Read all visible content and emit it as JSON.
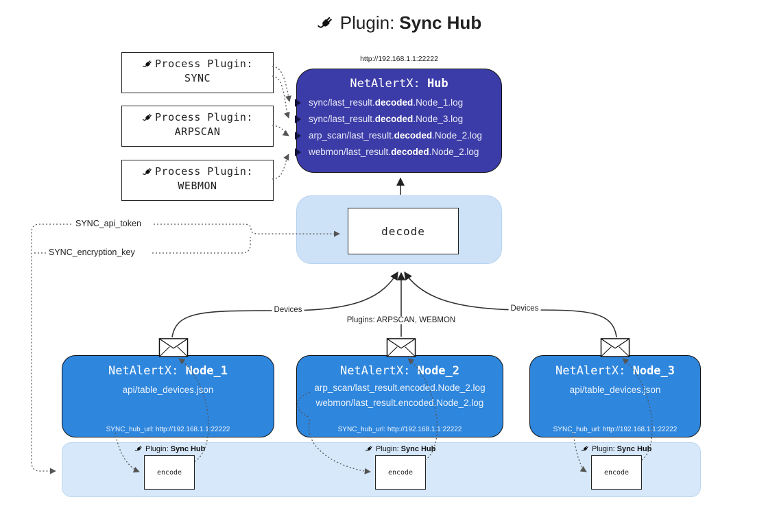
{
  "title": {
    "prefix": "Plugin:",
    "name": "Sync Hub"
  },
  "process_plugins": {
    "label": "Process Plugin:",
    "items": [
      "SYNC",
      "ARPSCAN",
      "WEBMON"
    ]
  },
  "hub": {
    "url": "http://192.168.1.1:22222",
    "name_prefix": "NetAlertX:",
    "name": "Hub",
    "files": [
      {
        "pre": "sync/last_result.",
        "mid": "decoded",
        "post": ".Node_1.log"
      },
      {
        "pre": "sync/last_result.",
        "mid": "decoded",
        "post": ".Node_3.log"
      },
      {
        "pre": "arp_scan/last_result.",
        "mid": "decoded",
        "post": ".Node_2.log"
      },
      {
        "pre": "webmon/last_result.",
        "mid": "decoded",
        "post": ".Node_2.log"
      }
    ]
  },
  "decode": {
    "label": "decode"
  },
  "secrets": {
    "api_token": "SYNC_api_token",
    "encryption_key": "SYNC_encryption_key"
  },
  "edge_labels": {
    "left": "Devices",
    "center": "Plugins: ARPSCAN, WEBMON",
    "right": "Devices"
  },
  "nodes": [
    {
      "name_prefix": "NetAlertX:",
      "name": "Node_1",
      "files": [
        "api/table_devices.json"
      ],
      "hub_url": "SYNC_hub_url: http://192.168.1.1:22222"
    },
    {
      "name_prefix": "NetAlertX:",
      "name": "Node_2",
      "files": [
        "arp_scan/last_result.encoded.Node_2.log",
        "webmon/last_result.encoded.Node_2.log"
      ],
      "hub_url": "SYNC_hub_url: http://192.168.1.1:22222"
    },
    {
      "name_prefix": "NetAlertX:",
      "name": "Node_3",
      "files": [
        "api/table_devices.json"
      ],
      "hub_url": "SYNC_hub_url: http://192.168.1.1:22222"
    }
  ],
  "encoder": {
    "plugin_prefix": "Plugin:",
    "plugin_name": "Sync Hub",
    "label": "encode"
  },
  "icons": {
    "plug": "power-plug",
    "envelope": "envelope"
  },
  "colors": {
    "hub_bg": "#3c3ca8",
    "node_bg": "#2e86dd",
    "panel_bg": "#cde2f7",
    "band_bg": "#d6e8f9"
  }
}
